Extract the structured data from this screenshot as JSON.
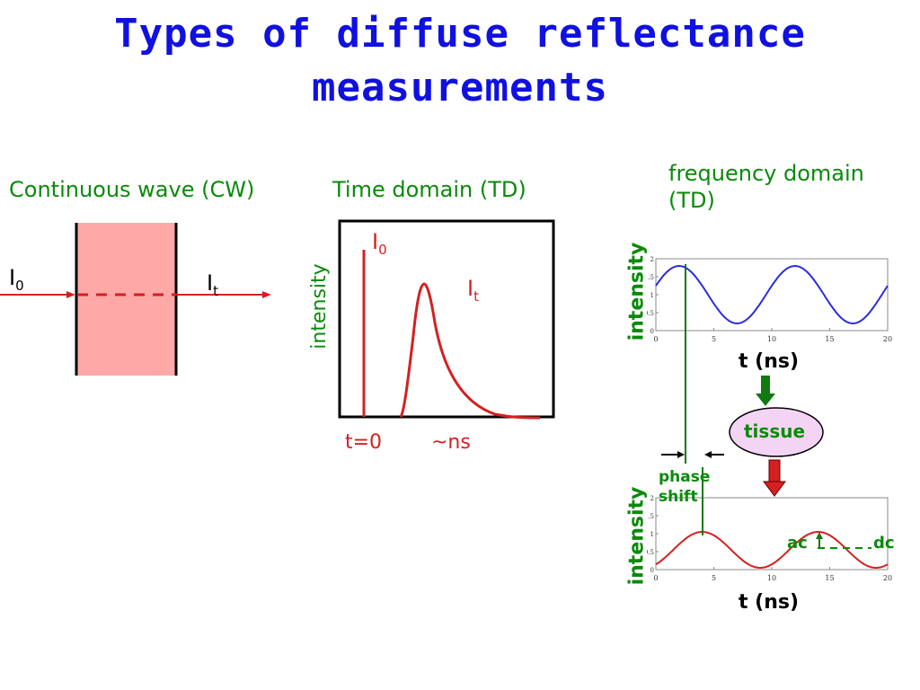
{
  "title": {
    "line1": "Types of diffuse reflectance",
    "line2": "measurements"
  },
  "cw": {
    "heading": "Continuous wave (CW)",
    "input_label": "I",
    "input_sub": "0",
    "output_label": "I",
    "output_sub": "t"
  },
  "td": {
    "heading": "Time domain (TD)",
    "ylabel": "intensity",
    "pulse_label": "I",
    "pulse_sub": "0",
    "response_label": "I",
    "response_sub": "t",
    "t0_label": "t=0",
    "ns_label": "~ns"
  },
  "fd": {
    "heading_line1": "frequency domain",
    "heading_line2": "(TD)",
    "top_ylabel": "intensity",
    "top_xlabel": "t (ns)",
    "bottom_ylabel": "intensity",
    "bottom_xlabel": "t (ns)",
    "tissue_label": "tissue",
    "phase_line1": "phase",
    "phase_line2": "shift",
    "ac_label": "ac",
    "dc_label": "dc",
    "x_ticks": [
      "0",
      "5",
      "10",
      "15",
      "20"
    ],
    "y_ticks": [
      "0",
      "0.5",
      "1",
      "1.5",
      "2"
    ]
  },
  "colors": {
    "title": "#1010e0",
    "heading": "#0a8a0a",
    "signal_red": "#d42020",
    "sine_blue": "#2a2ae0",
    "slab_fill": "#ffa8a8",
    "tissue_fill": "#f4d4f4",
    "arrow_green": "#107a10"
  }
}
